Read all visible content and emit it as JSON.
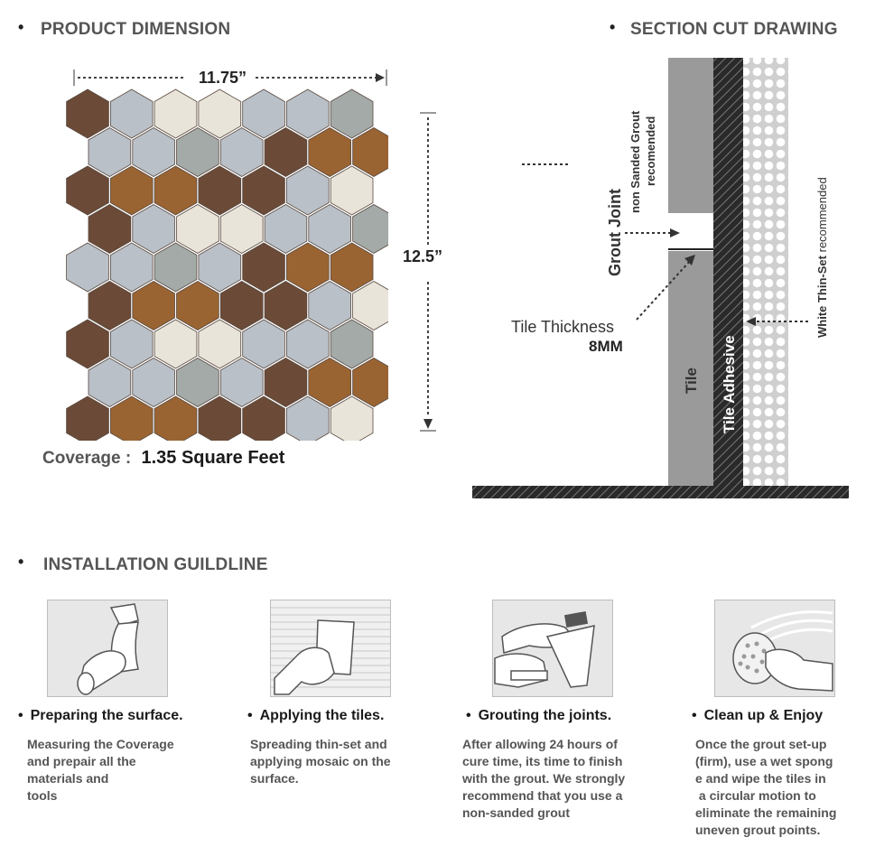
{
  "product_dimension": {
    "title": "PRODUCT DIMENSION",
    "width_label": "11.75”",
    "height_label": "12.5”",
    "coverage_label": "Coverage :",
    "coverage_value": "1.35 Square Feet"
  },
  "section_cut": {
    "title": "SECTION CUT DRAWING",
    "grout_joint": "Grout Joint",
    "non_sanded_line1": "non Sanded Grout",
    "non_sanded_line2": "recomended",
    "tile_thickness": "Tile Thickness",
    "thickness_value": "8MM",
    "tile": "Tile",
    "tile_adhesive": "Tile Adhesive",
    "thin_set_bold": "White Thin-Set",
    "thin_set_rest": " recommended"
  },
  "installation": {
    "title": "INSTALLATION GUILDLINE",
    "steps": [
      {
        "title": "Preparing the surface.",
        "desc": [
          "Measuring the Coverage",
          "and prepair all the",
          "materials and",
          "tools"
        ]
      },
      {
        "title": "Applying the tiles.",
        "desc": [
          "Spreading thin-set and",
          "applying mosaic on the",
          "surface."
        ]
      },
      {
        "title": "Grouting the joints.",
        "desc": [
          "After allowing 24 hours of",
          "cure time, its time to finish",
          "with the grout. We strongly",
          "recommend that you use a",
          "non-sanded grout"
        ]
      },
      {
        "title": "Clean up & Enjoy",
        "desc": [
          "Once the grout set-up",
          "(firm), use a wet spong",
          "e and wipe the tiles in",
          " a circular motion to",
          "eliminate the remaining",
          "uneven grout points."
        ]
      }
    ]
  },
  "colors": {
    "bronze": "#6b4a37",
    "copper": "#9a6432",
    "silver": "#b9c0c8",
    "cream": "#e9e4d9",
    "gray": "#a3aaa8",
    "drawing_gray": "#9a9a9a"
  }
}
